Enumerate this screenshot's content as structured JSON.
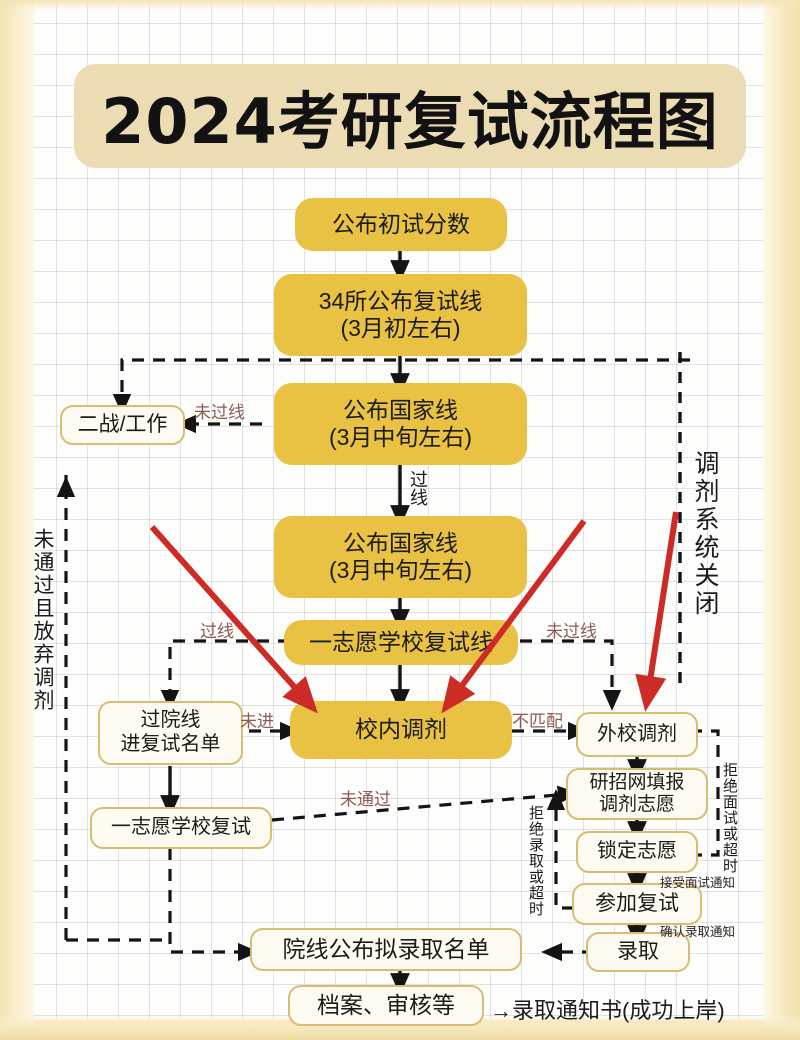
{
  "title": "2024考研复试流程图",
  "nodes": {
    "publish_scores": "公布初试分数",
    "line34_l1": "34所公布复试线",
    "line34_l2": "(3月初左右)",
    "national_line_a_l1": "公布国家线",
    "national_line_a_l2": "(3月中旬左右)",
    "national_line_b_l1": "公布国家线",
    "national_line_b_l2": "(3月中旬左右)",
    "first_choice_line": "一志愿学校复试线",
    "internal_transfer": "校内调剂",
    "second_try_work": "二战/工作",
    "pass_school_line_l1": "过院线",
    "pass_school_line_l2": "进复试名单",
    "first_choice_retest": "一志愿学校复试",
    "external_transfer": "外校调剂",
    "fill_transfer_l1": "研招网填报",
    "fill_transfer_l2": "调剂志愿",
    "lock_choice": "锁定志愿",
    "attend_retest": "参加复试",
    "admitted": "录取",
    "publish_prelist": "院线公布拟录取名单",
    "archive_review": "档案、审核等",
    "admission_letter": "→录取通知书(成功上岸)"
  },
  "edge_labels": {
    "not_pass_line": "未过线",
    "pass_line_vertical": "过线",
    "pass_line_left": "过线",
    "not_pass_line_right": "未过线",
    "not_entered": "未进",
    "mismatch": "不匹配",
    "not_passed": "未通过",
    "transfer_system_closed": "调剂系统关闭",
    "failed_and_give_up": "未通过且放弃调剂",
    "refuse_interview_or_timeout": "拒绝面试或超时",
    "refuse_admit_or_timeout": "拒绝录取或超时",
    "accept_interview_notice": "接受面试通知",
    "confirm_admission_notice": "确认录取通知"
  },
  "colors": {
    "node_yellow": "#e9c244",
    "node_cream_fill": "#fdfbf1",
    "node_cream_border": "#d7bd72",
    "banner": "#ecdcb4",
    "page_edge": "#f3e3b4",
    "label_brown": "#8e5a55",
    "red_arrow": "#cc2b26",
    "text": "#1b1b1b"
  }
}
